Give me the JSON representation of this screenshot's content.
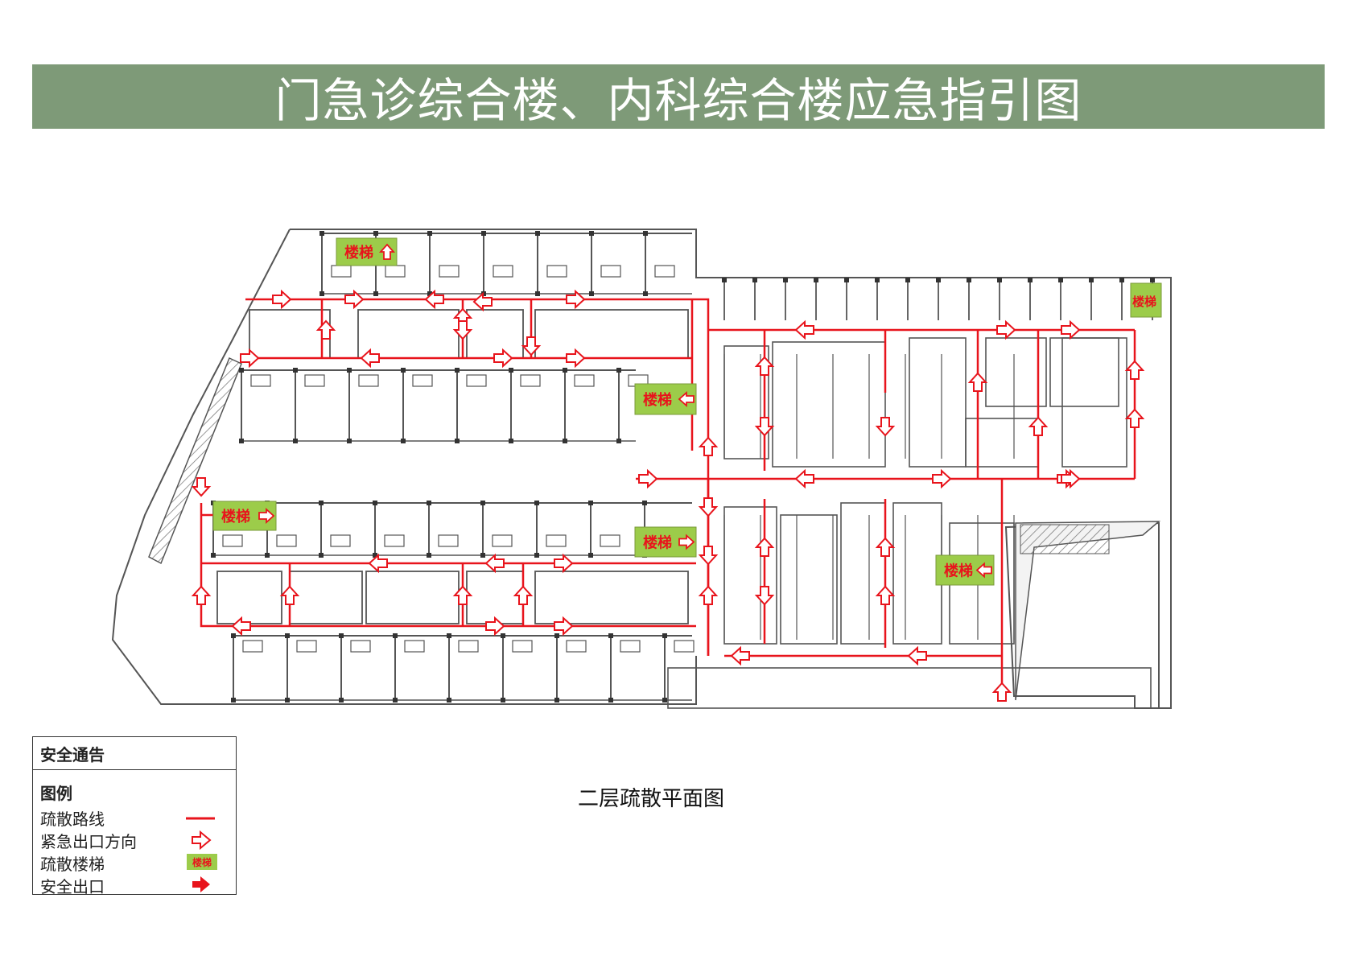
{
  "header": {
    "title": "门急诊综合楼、内科综合楼应急指引图",
    "bg_color": "#7e9a78"
  },
  "plan": {
    "caption": "二层疏散平面图",
    "stair_label": "楼梯",
    "stairs_count": 6,
    "colors": {
      "route": "#e8141c",
      "stair_fill": "#9ccc4a",
      "wall": "#555555"
    }
  },
  "legend": {
    "heading": "安全通告",
    "subheading": "图例",
    "items": [
      {
        "label": "疏散路线",
        "symbol": "route-line"
      },
      {
        "label": "紧急出口方向",
        "symbol": "exit-direction-arrow-icon"
      },
      {
        "label": "疏散楼梯",
        "symbol": "stair-swatch",
        "swatch_text": "楼梯"
      },
      {
        "label": "安全出口",
        "symbol": "safety-exit-arrow-icon"
      }
    ]
  }
}
